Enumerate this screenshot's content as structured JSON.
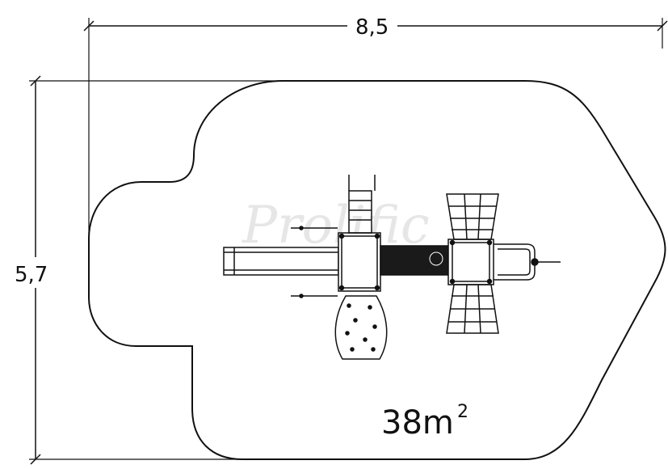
{
  "dimensions": {
    "width_label": "8,5",
    "height_label": "5,7"
  },
  "area": {
    "value": "38m",
    "superscript": "2"
  },
  "watermark": {
    "text": "Prolific"
  },
  "colors": {
    "line": "#111111",
    "background": "#ffffff",
    "watermark": "#e6e6e6",
    "deck_fill": "#1a1a1a"
  },
  "icons": {
    "equipment": "playground-structure-plan-icon"
  }
}
